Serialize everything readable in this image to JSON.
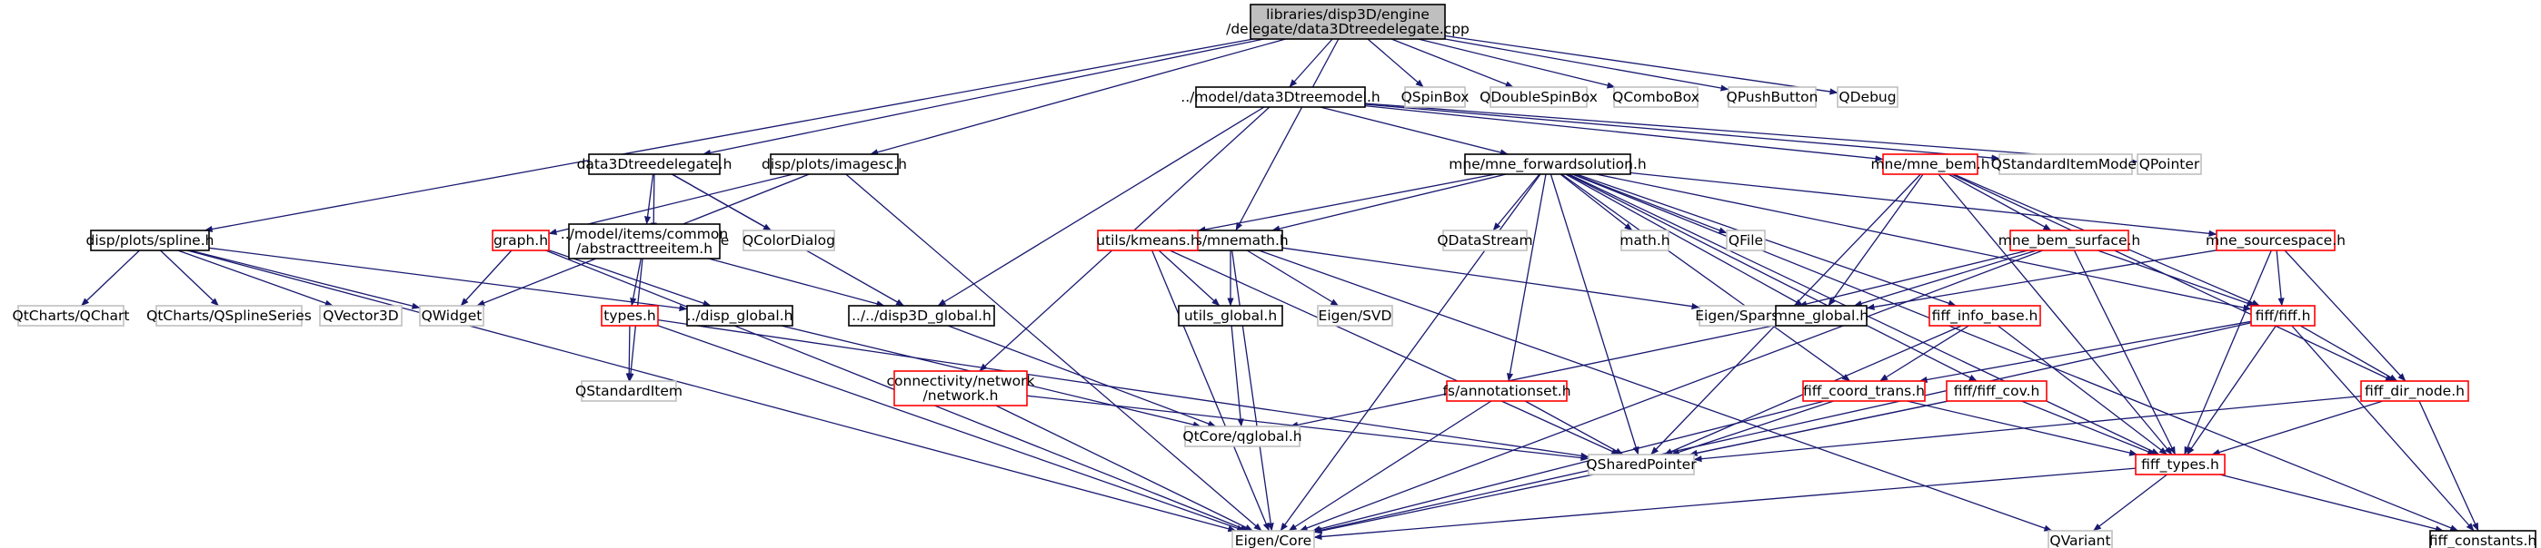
{
  "colors": {
    "edge": "#191970",
    "root_fill": "#bfbfbf",
    "border_black": "#000000",
    "border_red": "#ff0000",
    "border_gray": "#bfbfbf",
    "text": "#000000"
  },
  "nodes": [
    {
      "id": "root",
      "lines": [
        "libraries/disp3D/engine",
        "/delegate/data3Dtreedelegate.cpp"
      ],
      "style": "root"
    },
    {
      "id": "spline",
      "lines": [
        "disp/plots/spline.h"
      ],
      "style": "black"
    },
    {
      "id": "data3dtreedelegate",
      "lines": [
        "data3Dtreedelegate.h"
      ],
      "style": "black"
    },
    {
      "id": "imagesc",
      "lines": [
        "disp/plots/imagesc.h"
      ],
      "style": "black"
    },
    {
      "id": "data3dtreemodel",
      "lines": [
        "../model/data3Dtreemodel.h"
      ],
      "style": "black"
    },
    {
      "id": "mnemath",
      "lines": [
        "utils/mnemath.h"
      ],
      "style": "black"
    },
    {
      "id": "qspinbox",
      "lines": [
        "QSpinBox"
      ],
      "style": "gray"
    },
    {
      "id": "qdoublespinbox",
      "lines": [
        "QDoubleSpinBox"
      ],
      "style": "gray"
    },
    {
      "id": "qcombobox",
      "lines": [
        "QComboBox"
      ],
      "style": "gray"
    },
    {
      "id": "qpushbutton",
      "lines": [
        "QPushButton"
      ],
      "style": "gray"
    },
    {
      "id": "qdebug",
      "lines": [
        "QDebug"
      ],
      "style": "gray"
    },
    {
      "id": "qtcharts_qchart",
      "lines": [
        "QtCharts/QChart"
      ],
      "style": "gray"
    },
    {
      "id": "qtcharts_qsplineseries",
      "lines": [
        "QtCharts/QSplineSeries"
      ],
      "style": "gray"
    },
    {
      "id": "qvector3d",
      "lines": [
        "QVector3D"
      ],
      "style": "gray"
    },
    {
      "id": "qwidget",
      "lines": [
        "QWidget"
      ],
      "style": "gray"
    },
    {
      "id": "disp_global",
      "lines": [
        "../disp_global.h"
      ],
      "style": "black"
    },
    {
      "id": "eigen_core",
      "lines": [
        "Eigen/Core"
      ],
      "style": "gray"
    },
    {
      "id": "qtglobal",
      "lines": [
        "QtCore/qglobal.h"
      ],
      "style": "gray"
    },
    {
      "id": "qstyleditemdelegate",
      "lines": [
        "QStyledItemDelegate"
      ],
      "style": "gray"
    },
    {
      "id": "qcolordialog",
      "lines": [
        "QColorDialog"
      ],
      "style": "gray"
    },
    {
      "id": "abstracttreeitem",
      "lines": [
        "../model/items/common",
        "/abstracttreeitem.h"
      ],
      "style": "black"
    },
    {
      "id": "disp3d_global",
      "lines": [
        "../../disp3D_global.h"
      ],
      "style": "black"
    },
    {
      "id": "types",
      "lines": [
        "types.h"
      ],
      "style": "red"
    },
    {
      "id": "qstandarditem",
      "lines": [
        "QStandardItem"
      ],
      "style": "gray"
    },
    {
      "id": "qsharedpointer",
      "lines": [
        "QSharedPointer"
      ],
      "style": "gray"
    },
    {
      "id": "graph",
      "lines": [
        "graph.h"
      ],
      "style": "red"
    },
    {
      "id": "mne_forwardsolution",
      "lines": [
        "mne/mne_forwardsolution.h"
      ],
      "style": "black"
    },
    {
      "id": "mne_bem",
      "lines": [
        "mne/mne_bem.h"
      ],
      "style": "red"
    },
    {
      "id": "qstandarditemmodel",
      "lines": [
        "QStandardItemModel"
      ],
      "style": "gray"
    },
    {
      "id": "qpointer",
      "lines": [
        "QPointer"
      ],
      "style": "gray"
    },
    {
      "id": "network",
      "lines": [
        "connectivity/network",
        "/network.h"
      ],
      "style": "red"
    },
    {
      "id": "kmeans",
      "lines": [
        "utils/kmeans.h"
      ],
      "style": "red"
    },
    {
      "id": "qdatastream",
      "lines": [
        "QDataStream"
      ],
      "style": "gray"
    },
    {
      "id": "math",
      "lines": [
        "math.h"
      ],
      "style": "gray"
    },
    {
      "id": "qfile",
      "lines": [
        "QFile"
      ],
      "style": "gray"
    },
    {
      "id": "mne_bem_surface",
      "lines": [
        "mne_bem_surface.h"
      ],
      "style": "red"
    },
    {
      "id": "mne_sourcespace",
      "lines": [
        "mne_sourcespace.h"
      ],
      "style": "red"
    },
    {
      "id": "utils_global",
      "lines": [
        "utils_global.h"
      ],
      "style": "black"
    },
    {
      "id": "eigen_svd",
      "lines": [
        "Eigen/SVD"
      ],
      "style": "gray"
    },
    {
      "id": "eigen_sparsecore",
      "lines": [
        "Eigen/SparseCore"
      ],
      "style": "gray"
    },
    {
      "id": "mne_global",
      "lines": [
        "mne_global.h"
      ],
      "style": "black"
    },
    {
      "id": "fiff_info_base",
      "lines": [
        "fiff_info_base.h"
      ],
      "style": "red"
    },
    {
      "id": "fiff",
      "lines": [
        "fiff/fiff.h"
      ],
      "style": "red"
    },
    {
      "id": "annotationset",
      "lines": [
        "fs/annotationset.h"
      ],
      "style": "red"
    },
    {
      "id": "fiff_coord_trans",
      "lines": [
        "fiff_coord_trans.h"
      ],
      "style": "red"
    },
    {
      "id": "fiff_cov",
      "lines": [
        "fiff/fiff_cov.h"
      ],
      "style": "red"
    },
    {
      "id": "fiff_dir_node",
      "lines": [
        "fiff_dir_node.h"
      ],
      "style": "red"
    },
    {
      "id": "fiff_types",
      "lines": [
        "fiff_types.h"
      ],
      "style": "red"
    },
    {
      "id": "qvariant",
      "lines": [
        "QVariant"
      ],
      "style": "gray"
    },
    {
      "id": "fiff_constants",
      "lines": [
        "fiff_constants.h"
      ],
      "style": "black"
    }
  ],
  "edges": [
    [
      "root",
      "spline"
    ],
    [
      "root",
      "data3dtreedelegate"
    ],
    [
      "root",
      "imagesc"
    ],
    [
      "root",
      "data3dtreemodel"
    ],
    [
      "root",
      "mnemath"
    ],
    [
      "root",
      "qspinbox"
    ],
    [
      "root",
      "qdoublespinbox"
    ],
    [
      "root",
      "qcombobox"
    ],
    [
      "root",
      "qpushbutton"
    ],
    [
      "root",
      "qdebug"
    ],
    [
      "spline",
      "qtcharts_qchart"
    ],
    [
      "spline",
      "qtcharts_qsplineseries"
    ],
    [
      "spline",
      "qvector3d"
    ],
    [
      "spline",
      "qwidget"
    ],
    [
      "spline",
      "disp_global"
    ],
    [
      "spline",
      "eigen_core"
    ],
    [
      "data3dtreedelegate",
      "qstyleditemdelegate"
    ],
    [
      "data3dtreedelegate",
      "qcolordialog"
    ],
    [
      "data3dtreedelegate",
      "abstracttreeitem"
    ],
    [
      "data3dtreedelegate",
      "disp3d_global"
    ],
    [
      "imagesc",
      "graph"
    ],
    [
      "imagesc",
      "qwidget"
    ],
    [
      "imagesc",
      "eigen_core"
    ],
    [
      "graph",
      "qwidget"
    ],
    [
      "graph",
      "disp_global"
    ],
    [
      "graph",
      "eigen_core"
    ],
    [
      "disp_global",
      "qtglobal"
    ],
    [
      "abstracttreeitem",
      "types"
    ],
    [
      "abstracttreeitem",
      "qstandarditem"
    ],
    [
      "abstracttreeitem",
      "disp3d_global"
    ],
    [
      "types",
      "qstandarditem"
    ],
    [
      "types",
      "qsharedpointer"
    ],
    [
      "types",
      "eigen_core"
    ],
    [
      "disp3d_global",
      "qtglobal"
    ],
    [
      "data3dtreemodel",
      "disp3d_global"
    ],
    [
      "data3dtreemodel",
      "mne_forwardsolution"
    ],
    [
      "data3dtreemodel",
      "mne_bem"
    ],
    [
      "data3dtreemodel",
      "qstandarditemmodel"
    ],
    [
      "data3dtreemodel",
      "qpointer"
    ],
    [
      "data3dtreemodel",
      "network"
    ],
    [
      "mnemath",
      "utils_global"
    ],
    [
      "mnemath",
      "eigen_svd"
    ],
    [
      "mnemath",
      "eigen_sparsecore"
    ],
    [
      "mnemath",
      "eigen_core"
    ],
    [
      "mnemath",
      "qvariant"
    ],
    [
      "utils_global",
      "qtglobal"
    ],
    [
      "mne_forwardsolution",
      "kmeans"
    ],
    [
      "mne_forwardsolution",
      "mnemath"
    ],
    [
      "mne_forwardsolution",
      "qdatastream"
    ],
    [
      "mne_forwardsolution",
      "math"
    ],
    [
      "mne_forwardsolution",
      "qfile"
    ],
    [
      "mne_forwardsolution",
      "mne_sourcespace"
    ],
    [
      "mne_forwardsolution",
      "mne_global"
    ],
    [
      "mne_forwardsolution",
      "fiff_info_base"
    ],
    [
      "mne_forwardsolution",
      "annotationset"
    ],
    [
      "mne_forwardsolution",
      "fiff_coord_trans"
    ],
    [
      "mne_forwardsolution",
      "fiff_cov"
    ],
    [
      "mne_forwardsolution",
      "qsharedpointer"
    ],
    [
      "mne_forwardsolution",
      "eigen_core"
    ],
    [
      "mne_forwardsolution",
      "fiff_types"
    ],
    [
      "mne_forwardsolution",
      "fiff"
    ],
    [
      "mne_forwardsolution",
      "fiff_constants"
    ],
    [
      "kmeans",
      "utils_global"
    ],
    [
      "kmeans",
      "eigen_core"
    ],
    [
      "kmeans",
      "qsharedpointer"
    ],
    [
      "mne_bem",
      "mne_bem_surface"
    ],
    [
      "mne_bem",
      "mne_global"
    ],
    [
      "mne_bem",
      "qsharedpointer"
    ],
    [
      "mne_bem",
      "fiff"
    ],
    [
      "mne_bem",
      "fiff_dir_node"
    ],
    [
      "mne_bem",
      "fiff_types"
    ],
    [
      "mne_bem_surface",
      "eigen_sparsecore"
    ],
    [
      "mne_bem_surface",
      "mne_global"
    ],
    [
      "mne_bem_surface",
      "fiff"
    ],
    [
      "mne_bem_surface",
      "fiff_types"
    ],
    [
      "mne_bem_surface",
      "eigen_core"
    ],
    [
      "mne_sourcespace",
      "mne_global"
    ],
    [
      "mne_sourcespace",
      "fiff"
    ],
    [
      "mne_sourcespace",
      "fiff_types"
    ],
    [
      "mne_sourcespace",
      "fiff_dir_node"
    ],
    [
      "mne_global",
      "qtglobal"
    ],
    [
      "fiff_info_base",
      "fiff_coord_trans"
    ],
    [
      "fiff_info_base",
      "fiff_types"
    ],
    [
      "fiff_info_base",
      "qsharedpointer"
    ],
    [
      "fiff",
      "fiff_coord_trans"
    ],
    [
      "fiff",
      "fiff_dir_node"
    ],
    [
      "fiff",
      "fiff_types"
    ],
    [
      "fiff",
      "fiff_constants"
    ],
    [
      "fiff",
      "eigen_core"
    ],
    [
      "fiff_coord_trans",
      "qsharedpointer"
    ],
    [
      "fiff_coord_trans",
      "fiff_types"
    ],
    [
      "fiff_coord_trans",
      "eigen_core"
    ],
    [
      "fiff_cov",
      "qsharedpointer"
    ],
    [
      "fiff_cov",
      "fiff_types"
    ],
    [
      "fiff_cov",
      "eigen_core"
    ],
    [
      "fiff_dir_node",
      "fiff_types"
    ],
    [
      "fiff_dir_node",
      "qsharedpointer"
    ],
    [
      "fiff_dir_node",
      "fiff_constants"
    ],
    [
      "fiff_types",
      "eigen_core"
    ],
    [
      "fiff_types",
      "qvariant"
    ],
    [
      "fiff_types",
      "fiff_constants"
    ],
    [
      "network",
      "qsharedpointer"
    ],
    [
      "network",
      "eigen_core"
    ],
    [
      "annotationset",
      "qsharedpointer"
    ],
    [
      "annotationset",
      "eigen_core"
    ]
  ]
}
